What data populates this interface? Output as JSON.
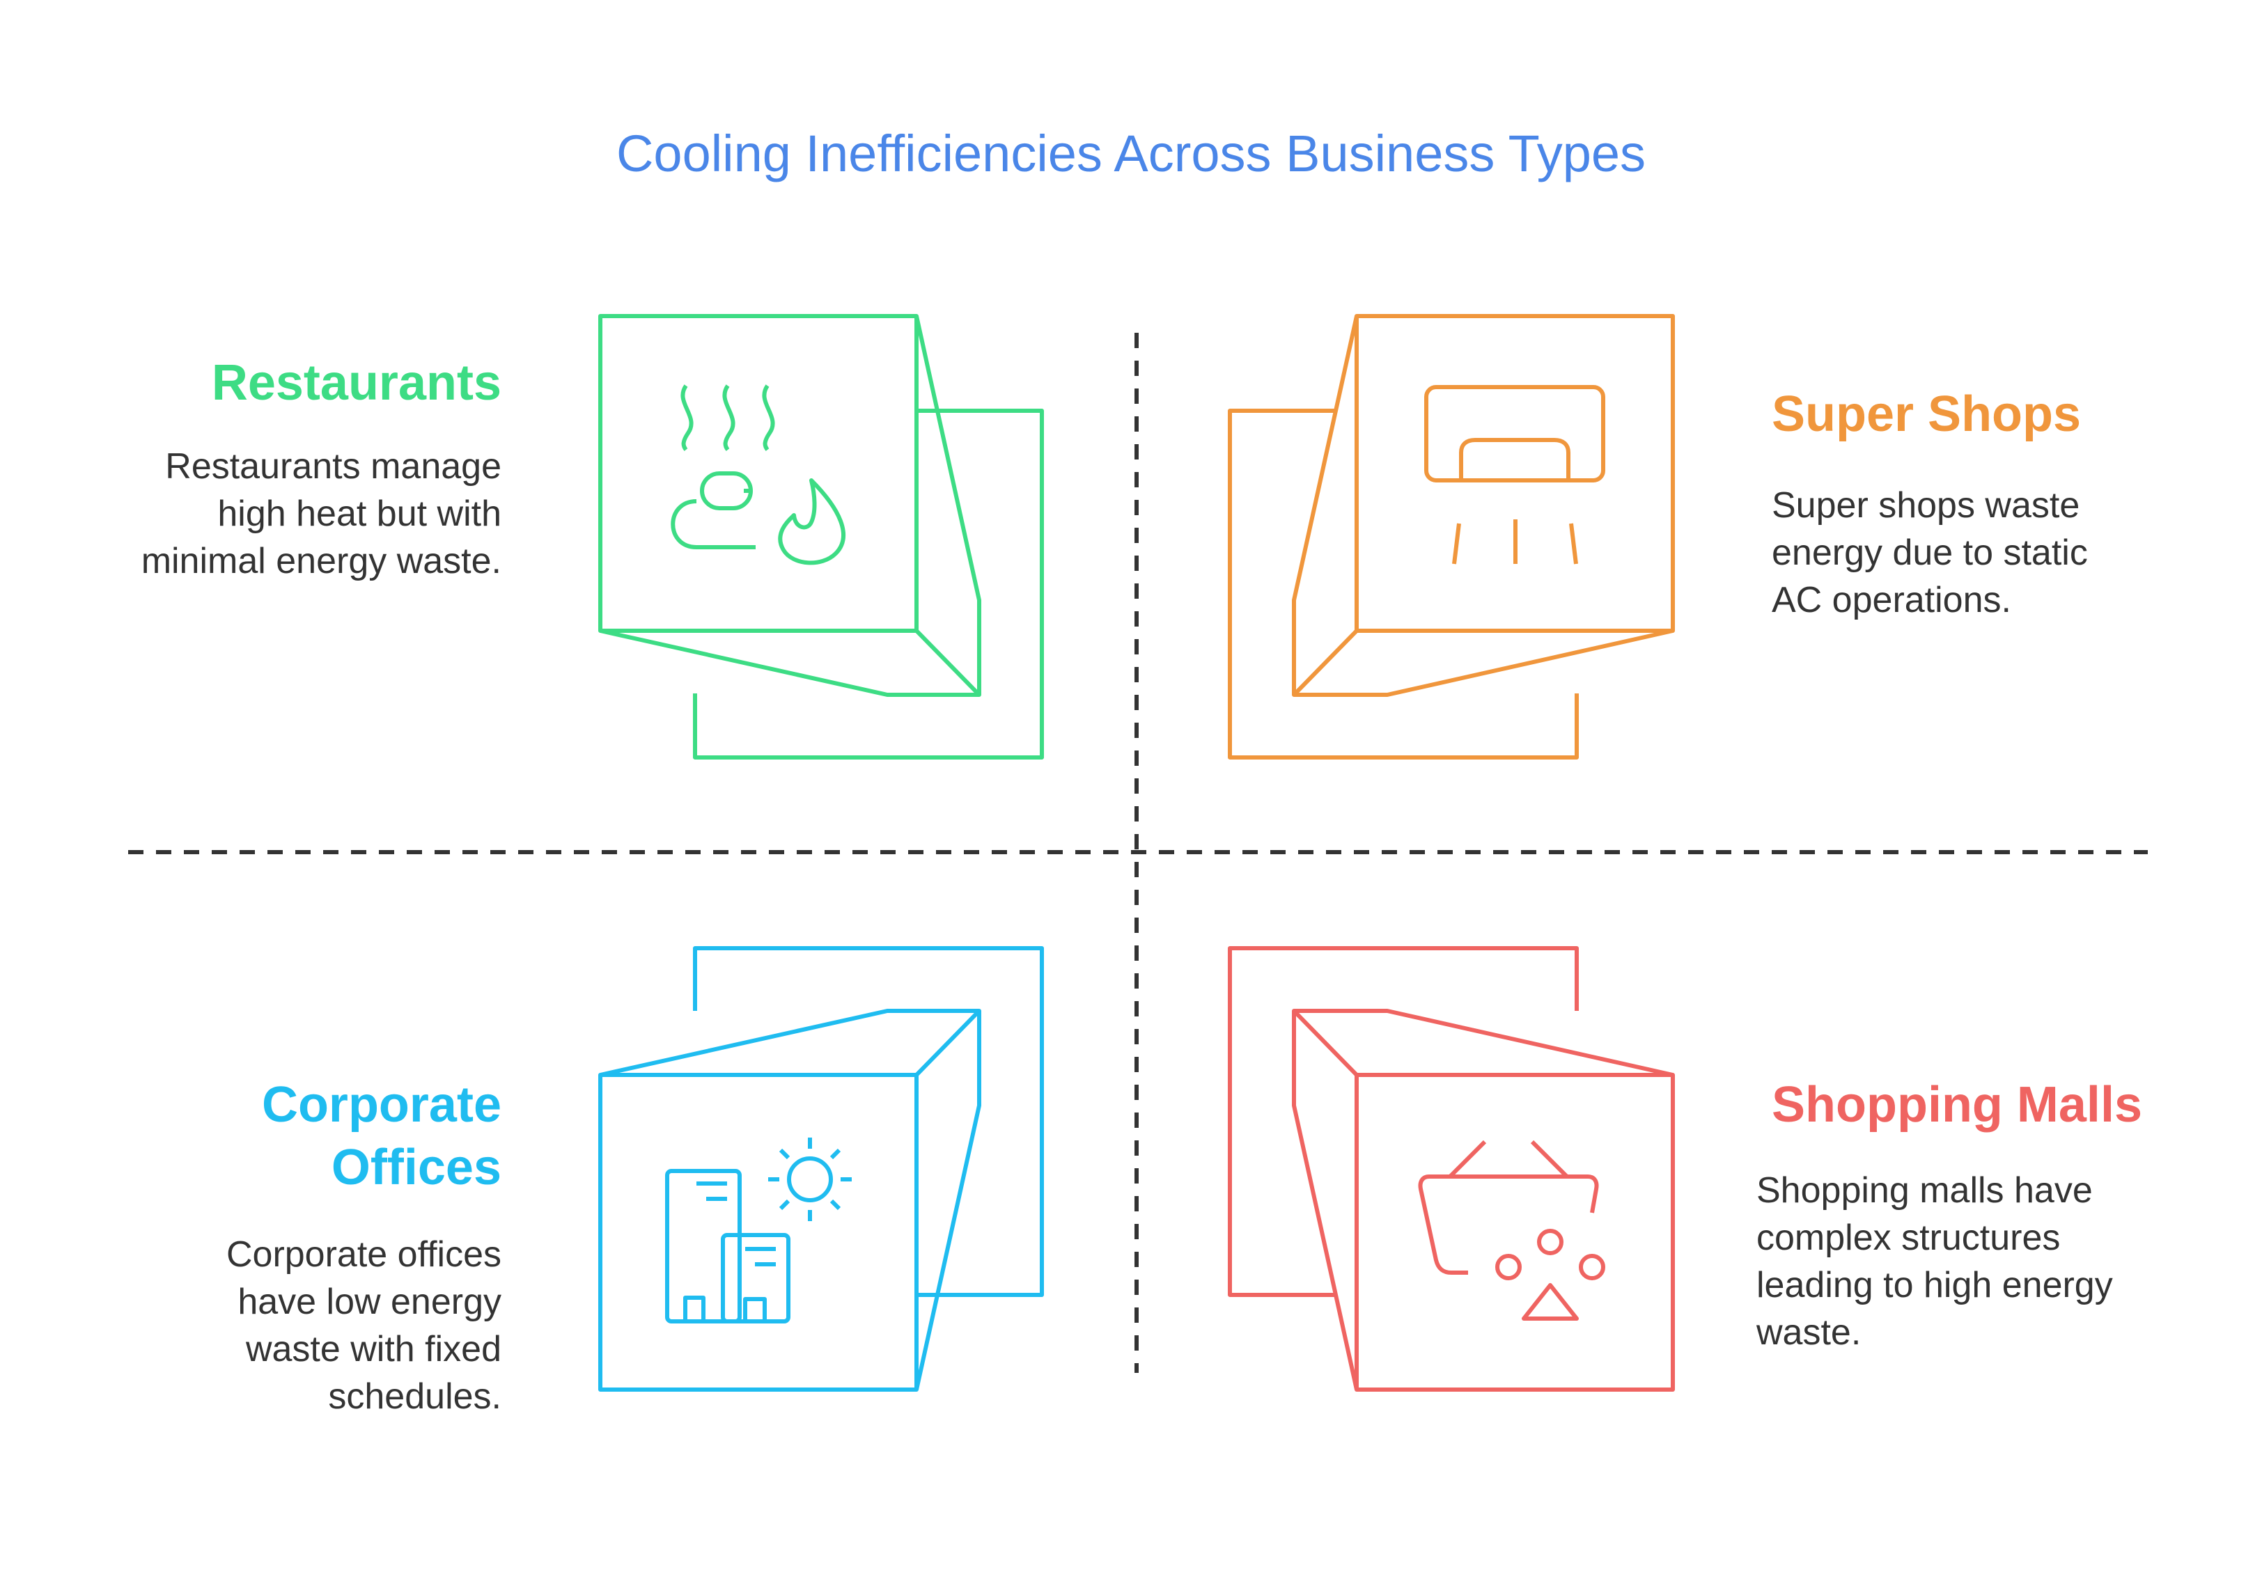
{
  "title": "Cooling Inefficiencies Across Business Types",
  "colors": {
    "title": "#4a86e8",
    "restaurants": "#3ddc84",
    "super_shops": "#f0963c",
    "corporate_offices": "#1fbcf0",
    "shopping_malls": "#ef6461",
    "divider": "#333333",
    "body_text": "#333333"
  },
  "quadrants": {
    "restaurants": {
      "heading": "Restaurants",
      "description": "Restaurants manage high heat but with minimal energy waste.",
      "icon": "steaming-food-flame-icon"
    },
    "super_shops": {
      "heading": "Super Shops",
      "description": "Super shops waste energy due to static AC operations.",
      "icon": "air-conditioner-icon"
    },
    "corporate_offices": {
      "heading": "Corporate Offices",
      "description": "Corporate offices have low energy waste with fixed schedules.",
      "icon": "office-buildings-sun-icon"
    },
    "shopping_malls": {
      "heading": "Shopping Malls",
      "description": "Shopping malls have complex structures leading to high energy waste.",
      "icon": "shopping-basket-icon"
    }
  }
}
